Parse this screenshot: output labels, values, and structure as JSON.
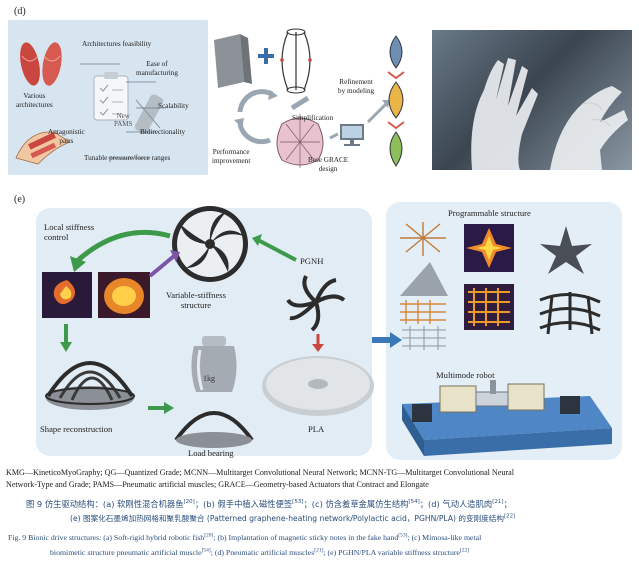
{
  "panel_d": {
    "tag": "(d)",
    "labels": {
      "various_architectures": "Various\narchitectures",
      "antagonistic_pairs": "Antagonistic\npairs",
      "architectures_feasibility": "Architectures feasibility",
      "ease_of_manufacturing": "Ease of\nmanufacturing",
      "new_pams": "New\nPAMS",
      "scalability": "Scalability",
      "bidirectionality": "Bidirectionality",
      "tunable_ranges": "Tunable pressure/force ranges",
      "simplification": "Simplification",
      "performance_improvement": "Performance\nimprovement",
      "refinement_by_modeling": "Refinement\nby modeling",
      "base_grace_design": "Base GRACE\ndesign"
    }
  },
  "panel_e": {
    "tag": "(e)",
    "labels": {
      "local_stiffness_control": "Local stiffness\ncontrol",
      "variable_stiffness_structure": "Variable-stiffness\nstructure",
      "shape_reconstruction": "Shape reconstruction",
      "load_bearing": "Load bearing",
      "weight": "1kg",
      "pgnh": "PGNH",
      "pla": "PLA",
      "programmable_structure": "Programmable structure",
      "multimode_robot": "Multimode robot"
    }
  },
  "caption": {
    "abbrev_line1": "KMG—KineticoMyoGraphy; QG—Quantized Grade; MCNN—Multitarget Convolutional Neural Network; MCNN-TG—Multitarget Convolutional Neural",
    "abbrev_line2": "Network-Type and Grade; PAMS—Pneumatic artificial muscles; GRACE—Geometry-based Actuators that Contract and Elongate",
    "zh_line1": {
      "prefix": "图 9  仿生驱动结构：(a) 软刚性混合机器鱼",
      "ref_a": "[20]",
      "b": "；(b) 假手中植入磁性便签",
      "ref_b": "[53]",
      "c": "；(c) 仿含羞草金属仿生结构",
      "ref_c": "[54]",
      "d": "；(d) 气动人造肌肉",
      "ref_d": "[21]",
      "end": "；"
    },
    "zh_line2": {
      "text": "(e) 图案化石墨烯加热网格和聚乳酸聚合 (Patterned graphene-heating network/Polylactic acid，PGHN/PLA) 的变刚度结构",
      "ref": "[22]"
    },
    "en_line1": {
      "prefix": "Fig. 9   Bionic drive structures: (a) Soft-rigid hybrid robotic fish",
      "ref_a": "[20]",
      "b": "; (b) Implantation of magnetic sticky notes in the fake hand",
      "ref_b": "[53]",
      "c": "; (c) Mimosa-like metal"
    },
    "en_line2": {
      "prefix": "biomimetic structure pneumatic artificial muscle",
      "ref_c": "[54]",
      "d": "; (d) Pneumatic artificial muscles",
      "ref_d": "[21]",
      "e": "; (e) PGHN/PLA variable stiffness structure",
      "ref_e": "[22]"
    }
  }
}
